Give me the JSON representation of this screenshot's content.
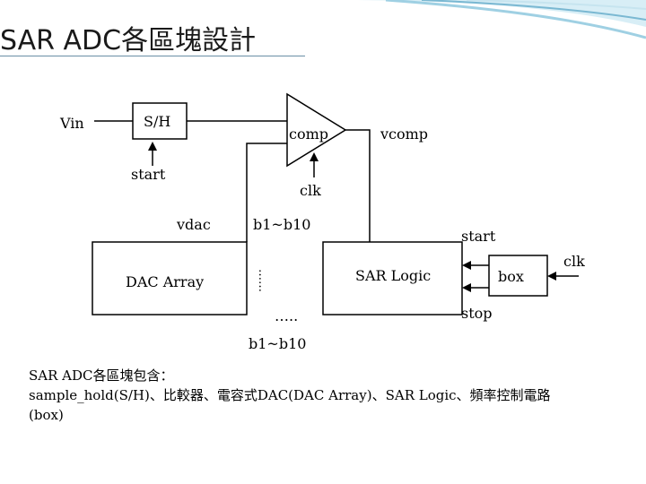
{
  "title": "SAR ADC各區塊設計",
  "labels": {
    "vin": "Vin",
    "sh": "S/H",
    "comp": "comp",
    "vcomp": "vcomp",
    "start_left": "start",
    "clk_comp": "clk",
    "vdac": "vdac",
    "bus_top": "b1~b10",
    "start_right": "start",
    "clk_box": "clk",
    "dac_array": "DAC Array",
    "bus_dots_vertical": "……",
    "sar_logic": "SAR Logic",
    "box": "box",
    "bus_dots_horizontal": "…..",
    "stop": "stop",
    "bus_bottom": "b1~b10"
  },
  "caption": {
    "line1": "SAR ADC各區塊包含：",
    "line2": "sample_hold(S/H)、比較器、電容式DAC(DAC Array)、SAR Logic、頻率控制電路",
    "line3": "(box)"
  }
}
